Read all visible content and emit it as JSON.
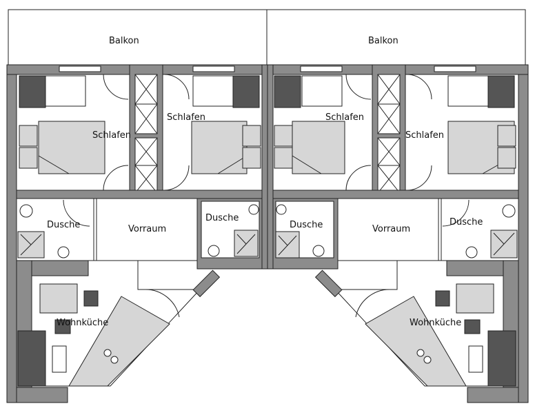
{
  "labels": {
    "balcony_left": "Balkon",
    "balcony_right": "Balkon",
    "bedroom_1": "Schlafen",
    "bedroom_2": "Schlafen",
    "bedroom_3": "Schlafen",
    "bedroom_4": "Schlafen",
    "shower_1": "Dusche",
    "shower_2": "Dusche",
    "shower_3": "Dusche",
    "shower_4": "Dusche",
    "hall_left": "Vorraum",
    "hall_right": "Vorraum",
    "kitchen_left": "Wohnküche",
    "kitchen_right": "Wohnküche"
  },
  "colors": {
    "wall": "#8c8c8c",
    "furniture_light": "#d6d6d6",
    "furniture_dark": "#555555",
    "line": "#222222"
  }
}
